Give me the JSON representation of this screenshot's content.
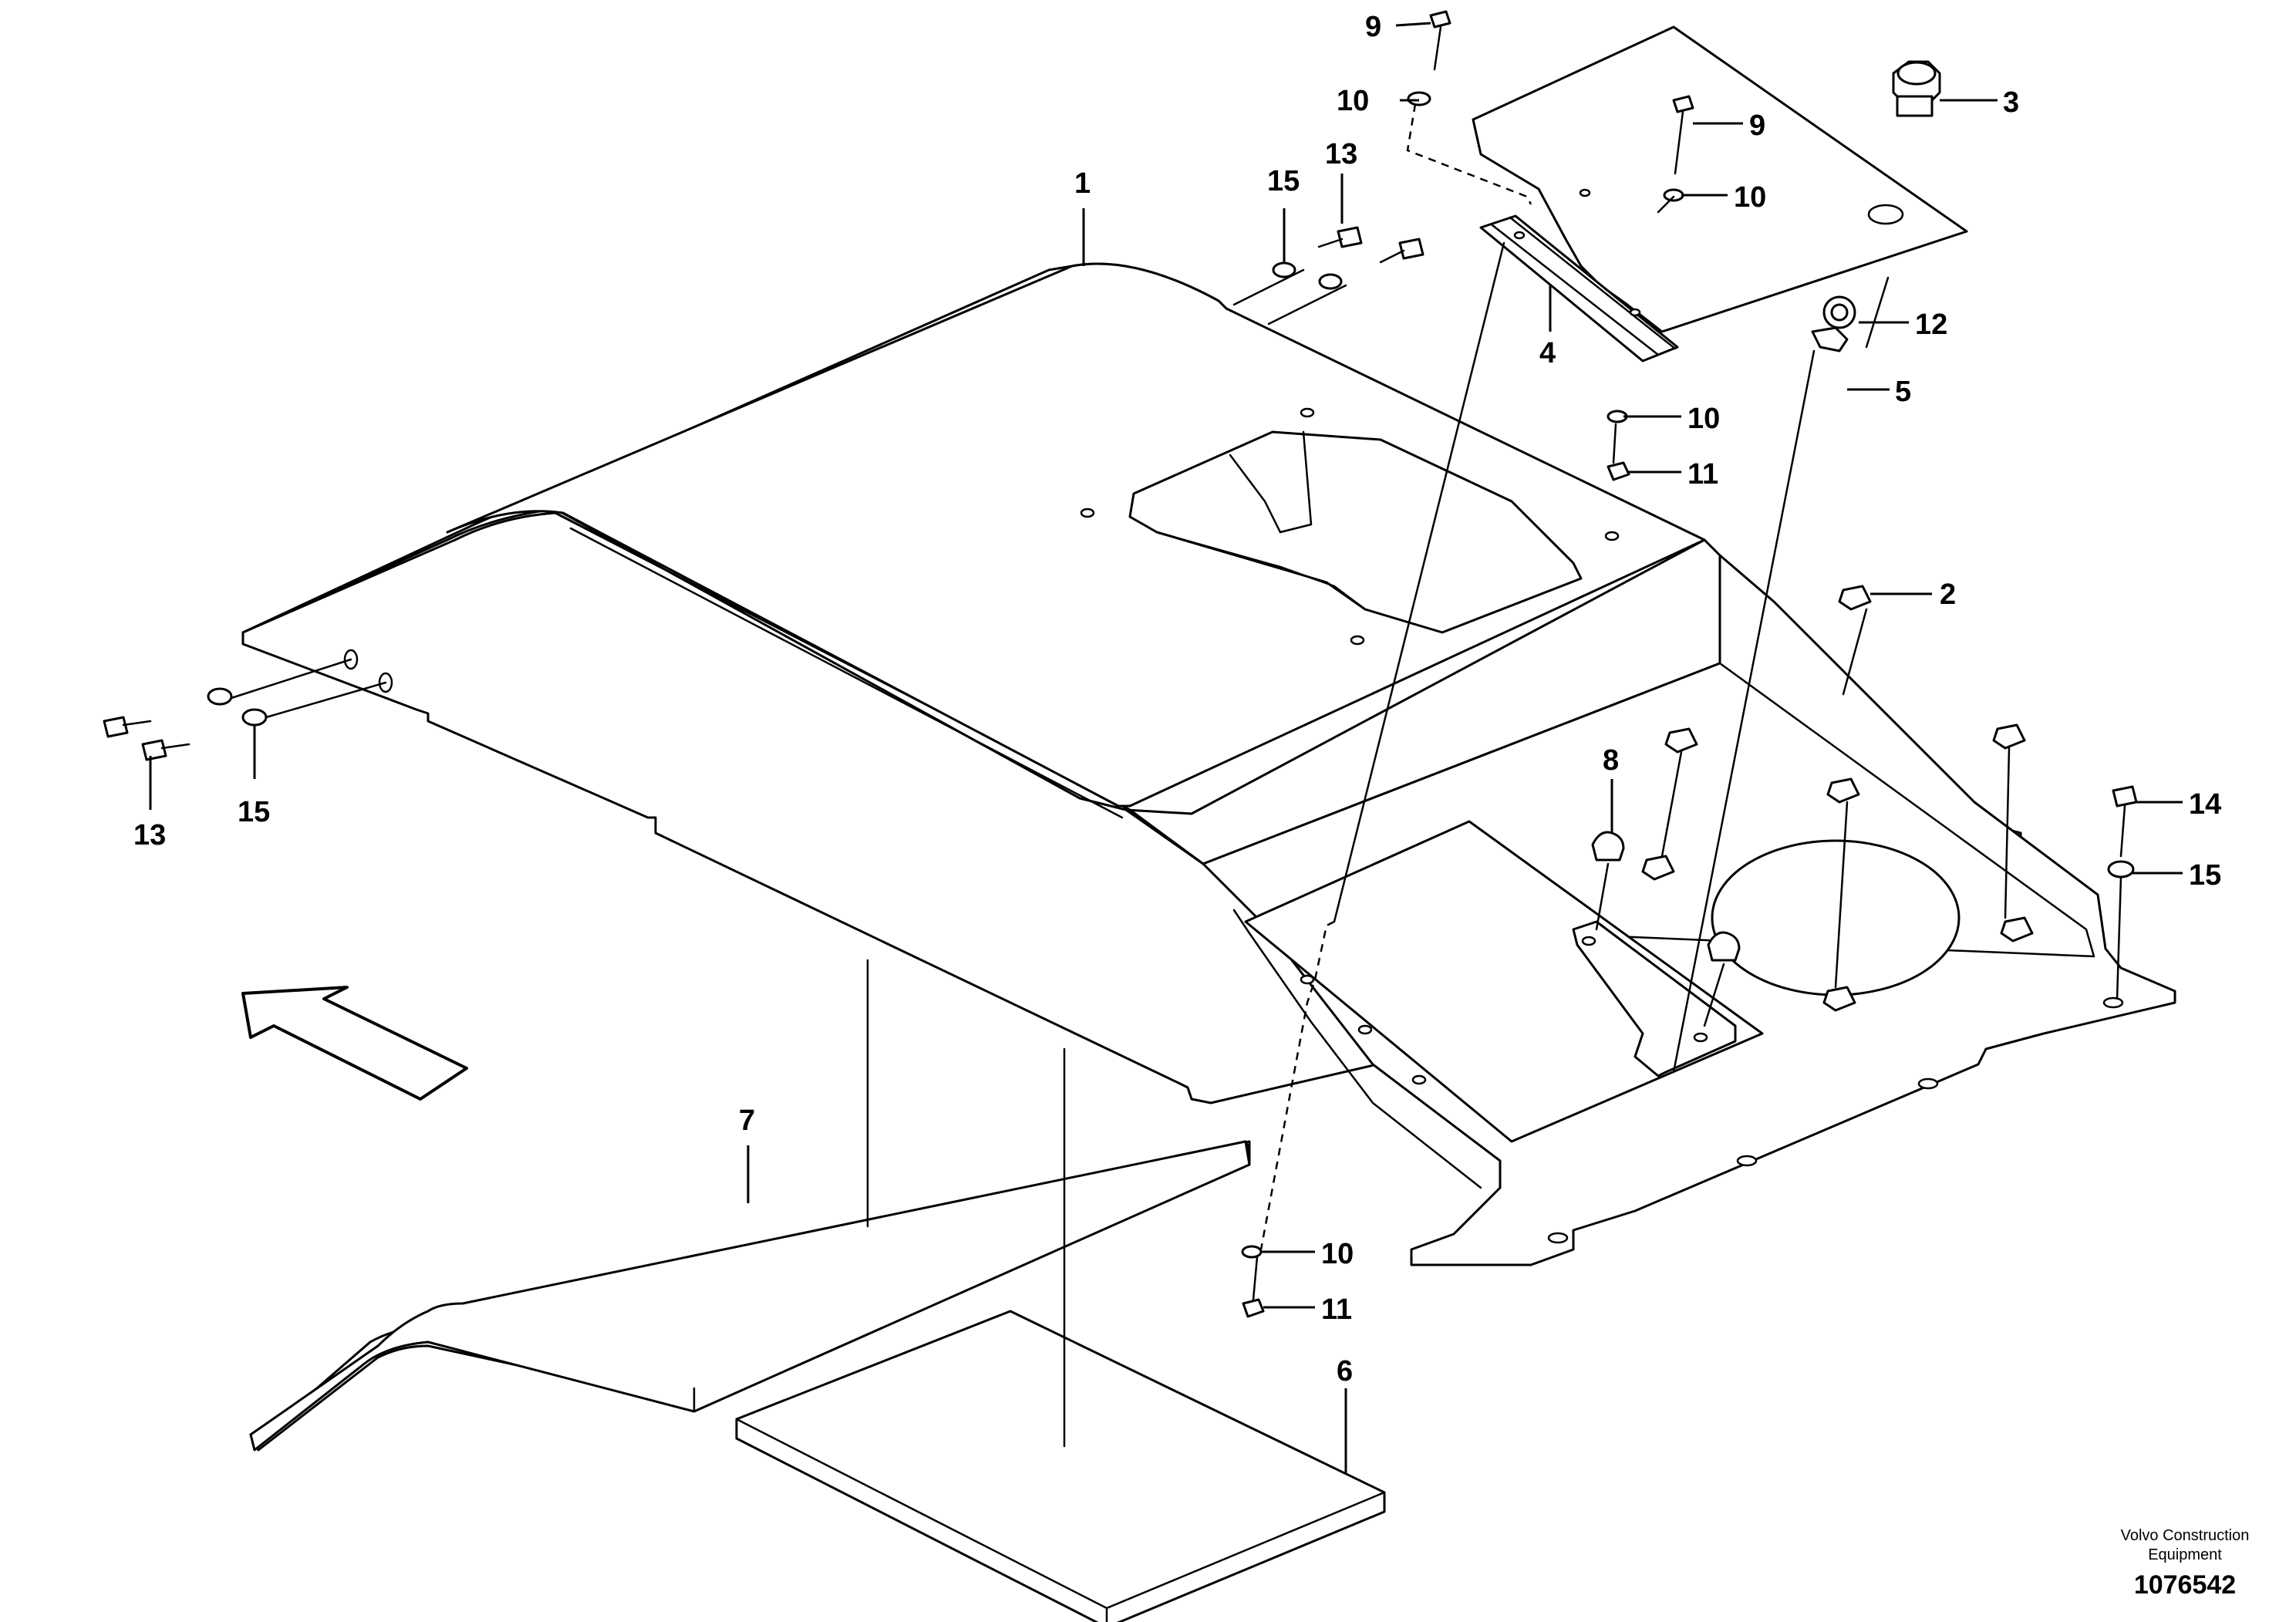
{
  "callouts": [
    {
      "id": "c1",
      "label": "1"
    },
    {
      "id": "c2",
      "label": "2"
    },
    {
      "id": "c3",
      "label": "3"
    },
    {
      "id": "c4",
      "label": "4"
    },
    {
      "id": "c5",
      "label": "5"
    },
    {
      "id": "c6",
      "label": "6"
    },
    {
      "id": "c7",
      "label": "7"
    },
    {
      "id": "c8",
      "label": "8"
    },
    {
      "id": "c9a",
      "label": "9"
    },
    {
      "id": "c9b",
      "label": "9"
    },
    {
      "id": "c10a",
      "label": "10"
    },
    {
      "id": "c10b",
      "label": "10"
    },
    {
      "id": "c10c",
      "label": "10"
    },
    {
      "id": "c10d",
      "label": "10"
    },
    {
      "id": "c11a",
      "label": "11"
    },
    {
      "id": "c11b",
      "label": "11"
    },
    {
      "id": "c12",
      "label": "12"
    },
    {
      "id": "c13a",
      "label": "13"
    },
    {
      "id": "c13b",
      "label": "13"
    },
    {
      "id": "c14",
      "label": "14"
    },
    {
      "id": "c15a",
      "label": "15"
    },
    {
      "id": "c15b",
      "label": "15"
    },
    {
      "id": "c15c",
      "label": "15"
    }
  ],
  "footer": {
    "company_line1": "Volvo Construction",
    "company_line2": "Equipment",
    "drawing_number": "1076542"
  },
  "icons": {
    "direction_arrow": "arrow-forward-icon"
  }
}
